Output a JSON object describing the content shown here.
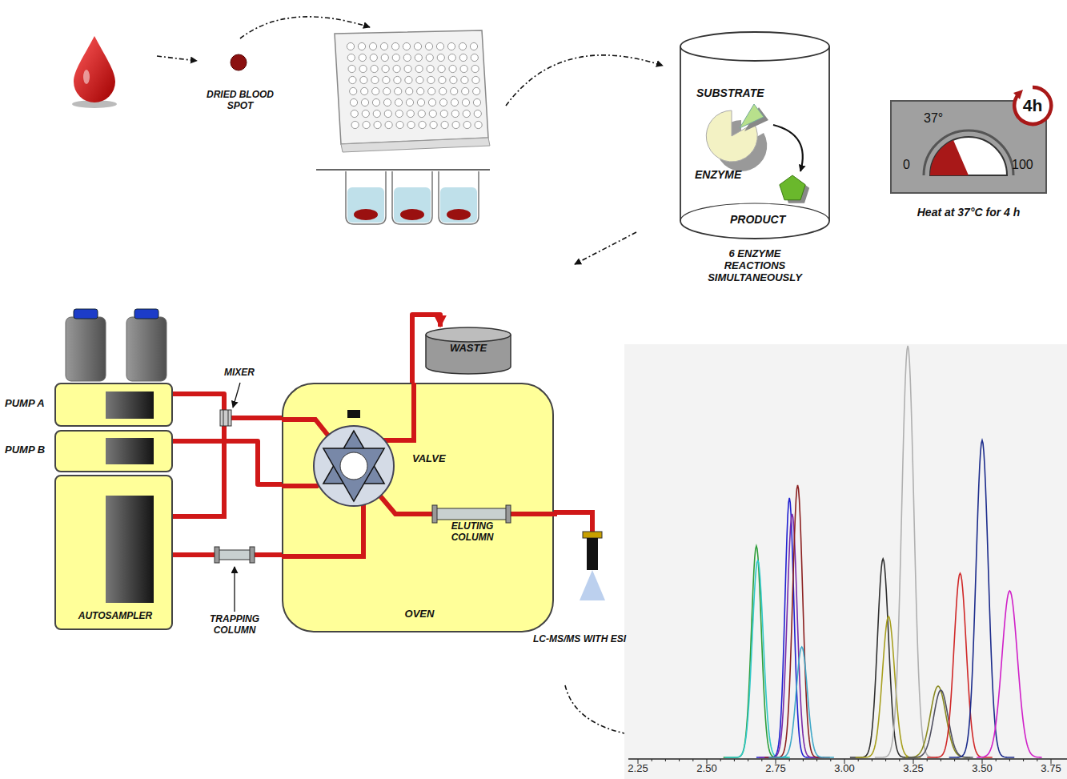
{
  "diagram": {
    "nodes": [
      {
        "text": [
          "SUBSTRATE",
          "ENZYME",
          "PRODUCT",
          "6 ENZYME REACTIONS SIMULTANEOUSLY"
        ]
      },
      {
        "text": [
          "37°",
          "0",
          "100",
          "Heat at 37°C for 4 h"
        ]
      },
      {
        "text": [
          "4h"
        ]
      },
      {
        "text": [
          "WASTE"
        ]
      },
      {
        "text": [
          "PUMP A"
        ]
      },
      {
        "text": [
          "PUMP B"
        ]
      },
      {
        "text": [
          "AUTOSAMPLER"
        ]
      },
      {
        "text": [
          "OVEN"
        ]
      }
    ],
    "edges": [
      {
        "from": 4,
        "to": 7,
        "arrow": "none"
      },
      {
        "from": 5,
        "to": 7,
        "arrow": "none"
      },
      {
        "from": 6,
        "to": 7,
        "arrow": "none"
      },
      {
        "from": 7,
        "to": 3,
        "arrow": "to"
      }
    ],
    "labels": [
      "DRIED BLOOD SPOT",
      "MIXER",
      "VALVE",
      "ELUTING COLUMN",
      "TRAPPING COLUMN",
      "LC-MS/MS WITH ESI",
      "2.25",
      "2.50",
      "2.75",
      "3.00",
      "3.25",
      "3.50",
      "3.75"
    ]
  }
}
